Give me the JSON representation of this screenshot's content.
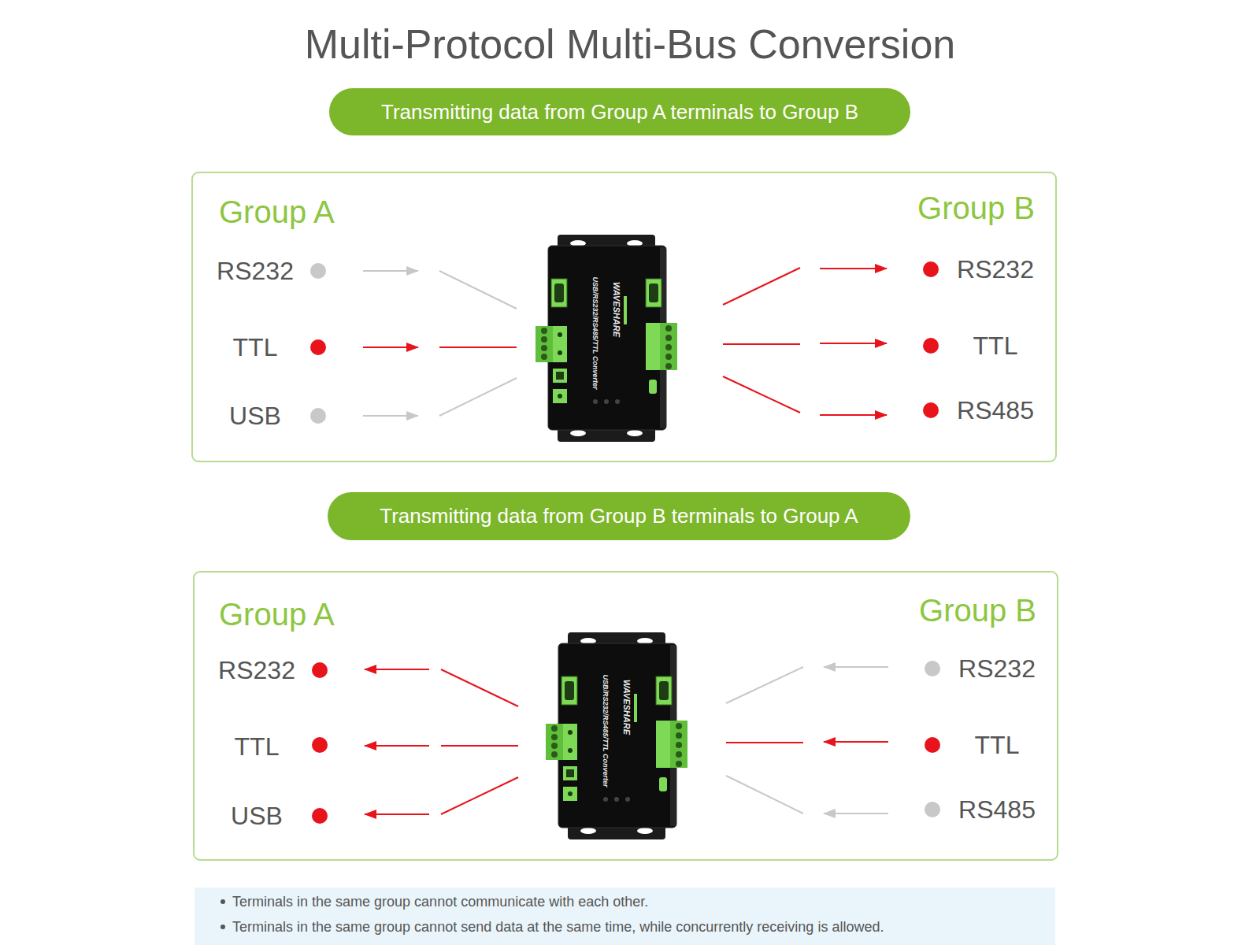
{
  "diagram": {
    "title": "Multi-Protocol Multi-Bus Conversion",
    "nodes": [
      {
        "text": [
          "Transmitting data from Group A terminals to Group B"
        ]
      },
      {
        "text": [
          "Group A",
          "Group B"
        ]
      },
      {
        "text": [
          "Transmitting data from Group B terminals to Group A"
        ]
      },
      {
        "text": [
          "Group A",
          "Group B"
        ]
      },
      {
        "text": [
          "Terminals in the same group cannot communicate with each other.",
          "Terminals in the same group cannot send data at the same time, while concurrently receiving is allowed."
        ]
      }
    ],
    "labels": [
      "RS232",
      "TTL",
      "USB",
      "RS232",
      "TTL",
      "RS485",
      "USB/RS232/RS485/TTL Converter",
      "WAVESHARE",
      "RS232",
      "TTL",
      "USB",
      "RS232",
      "TTL",
      "RS485",
      "USB/RS232/RS485/TTL Converter",
      "WAVESHARE"
    ]
  }
}
